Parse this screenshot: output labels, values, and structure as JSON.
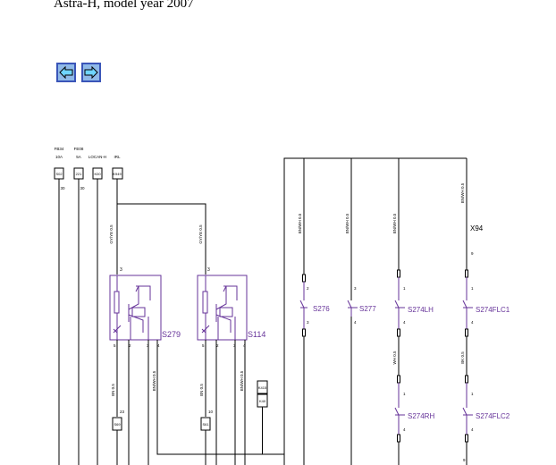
{
  "page": {
    "title": "Astra-H, model year 2007"
  },
  "nav": {
    "back_label": "Back",
    "forward_label": "Forward"
  },
  "colors": {
    "component": "#663399",
    "wire": "#000000",
    "button_fill": "#8fb9e8",
    "button_border": "#3a55b8"
  },
  "diagram": {
    "fuses": [
      {
        "top": "FB34",
        "sub": "10A",
        "box": "S02",
        "num": "30"
      },
      {
        "top": "FE08",
        "sub": "5A",
        "box": "221",
        "num": "30"
      },
      {
        "top": "LOCAN-H",
        "sub": "",
        "box": "K00",
        "num": ""
      },
      {
        "top": "IRL",
        "sub": "",
        "box": "K949",
        "num": ""
      }
    ],
    "wire_labels": {
      "s279_in": "GY/YE 0.5",
      "s114_in": "GY/YE 0.5",
      "s279_out": "BN 0.5",
      "s279_out2": "BN/WH 0.5",
      "s114_out": "BN 0.5",
      "s114_out2": "BN/WH 0.5",
      "s276": "BN/WH 0.5",
      "s277": "BN/WH 0.5",
      "s274lh": "BN/WH 0.5",
      "s274lh_out": "WH 0.5",
      "s274flc1": "BN/WH 0.5",
      "s274flc1_out": "BK 0.5"
    },
    "pins": {
      "s279_top": "3",
      "s279_b1": "5",
      "s279_b2": "2",
      "s279_b3": "3",
      "s279_b4": "4",
      "s114_top": "3",
      "s114_b1": "5",
      "s114_b2": "2",
      "s114_b3": "3",
      "s114_b4": "4",
      "s276_top": "2",
      "s276_bot": "3",
      "s277_top": "3",
      "s277_bot": "4",
      "s274lh_top": "1",
      "s274lh_bot": "4",
      "s274rh_top": "1",
      "s274rh_bot": "4",
      "x94_pin": "9",
      "s274flc1_top": "1",
      "s274flc1_bot": "4",
      "s274flc2_top": "1",
      "s274flc2_bot": "4",
      "bottom_right": "9",
      "s279_conn": "23",
      "s114_conn": "10"
    },
    "components": {
      "s279": "S279",
      "s114": "S114",
      "s276": "S276",
      "s277": "S277",
      "s274lh": "S274LH",
      "s274rh": "S274RH",
      "s274flc1": "S274FLC1",
      "s274flc2": "S274FLC2",
      "x94": "X94"
    },
    "boxes": {
      "s279_bottom": "S69",
      "s114_bottom": "S61",
      "ground_top": "K415",
      "ground_bot": "K40"
    }
  }
}
